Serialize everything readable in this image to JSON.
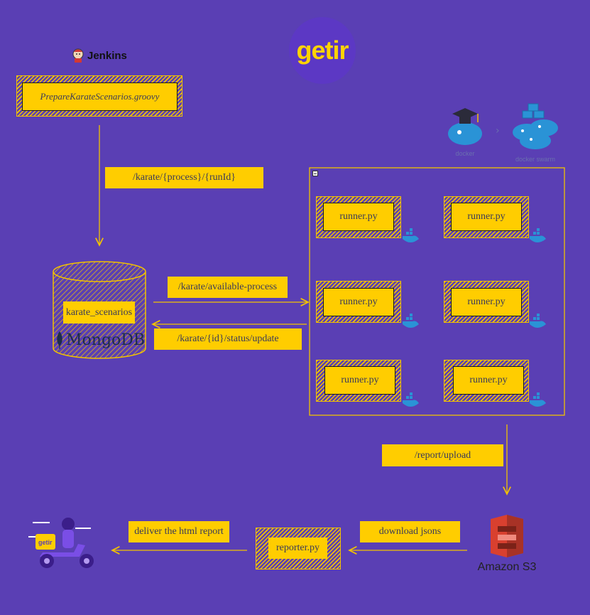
{
  "header": {
    "logo_text": "getir",
    "jenkins_label": "Jenkins"
  },
  "jenkins_job": {
    "label": "PrepareKarateScenarios.groovy"
  },
  "edges": {
    "process_endpoint": "/karate/{process}/{runId}",
    "available_process": "/karate/available-process",
    "status_update": "/karate/{id}/status/update",
    "report_upload": "/report/upload",
    "download_jsons": "download jsons",
    "deliver_report": "deliver the html report"
  },
  "database": {
    "collection": "karate_scenarios",
    "brand": "MongoDB"
  },
  "swarm": {
    "docker_label": "docker",
    "swarm_label": "docker swarm",
    "runners": [
      "runner.py",
      "runner.py",
      "runner.py",
      "runner.py",
      "runner.py",
      "runner.py"
    ]
  },
  "storage": {
    "label": "Amazon S3"
  },
  "reporter": {
    "label": "reporter.py"
  },
  "courier": {
    "badge": "getir"
  },
  "colors": {
    "background": "#5a3fb4",
    "accent": "#ffcd00",
    "line": "#f2c200",
    "s3": "#d9402f",
    "docker": "#2a93d6"
  }
}
